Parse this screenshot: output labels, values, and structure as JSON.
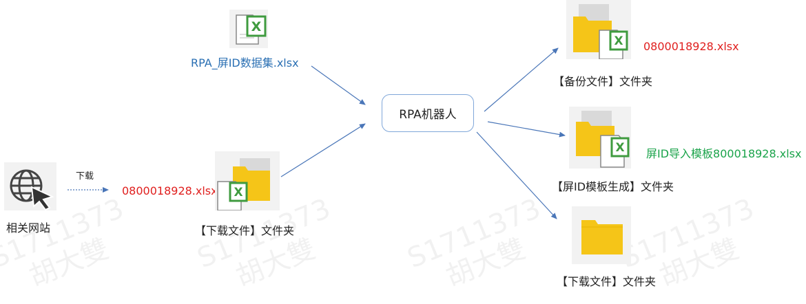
{
  "source": {
    "label": "相关网站",
    "icon": "globe-cursor-icon",
    "download_label": "下载",
    "downloaded_file": "0800018928.xlsx"
  },
  "inputs": {
    "dataset_file": "RPA_屏ID数据集.xlsx",
    "download_folder_label": "【下载文件】文件夹"
  },
  "robot": {
    "label": "RPA机器人"
  },
  "outputs": {
    "backup": {
      "file": "0800018928.xlsx",
      "folder_label": "【备份文件】文件夹"
    },
    "template": {
      "file": "屏ID导入模板800018928.xlsx",
      "folder_label": "【屏ID模板生成】文件夹"
    },
    "download": {
      "folder_label": "【下载文件】文件夹"
    }
  },
  "watermark": {
    "line1": "S1711373",
    "line2": "胡大雙"
  },
  "colors": {
    "arrow": "#4a76b8",
    "file_red": "#e0201f",
    "file_blue": "#2a6fb3",
    "file_green": "#1aa34a",
    "folder_yellow": "#f5c518",
    "excel_green": "#3f9b3f"
  }
}
